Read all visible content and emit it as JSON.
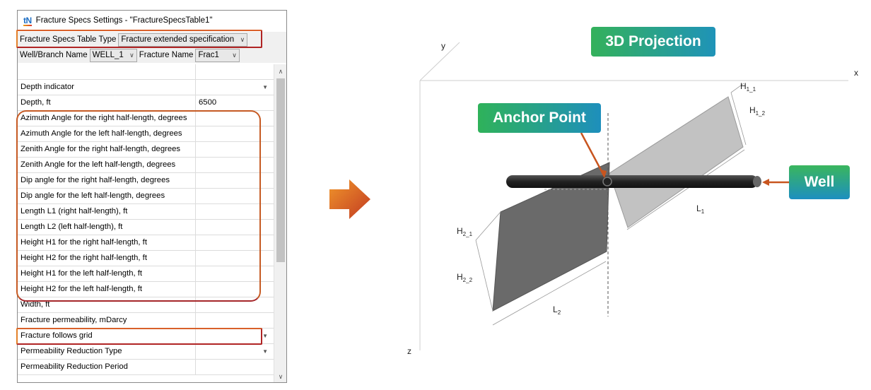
{
  "window": {
    "logo": "tN",
    "title": "Fracture Specs Settings - \"FractureSpecsTable1\""
  },
  "toolbar": {
    "table_type_label": "Fracture Specs Table Type",
    "table_type_value": "Fracture extended specification",
    "well_label": "Well/Branch Name",
    "well_value": "WELL_1",
    "fracture_label": "Fracture Name",
    "fracture_value": "Frac1"
  },
  "grid": {
    "rows": [
      {
        "name": "",
        "value": ""
      },
      {
        "name": "Depth indicator",
        "value": "",
        "dropdown": true
      },
      {
        "name": "Depth, ft",
        "value": "6500"
      },
      {
        "name": "Azimuth Angle for the right half-length, degrees",
        "value": ""
      },
      {
        "name": "Azimuth Angle for the left half-length, degrees",
        "value": ""
      },
      {
        "name": "Zenith Angle for the right half-length, degrees",
        "value": ""
      },
      {
        "name": "Zenith Angle for the left half-length, degrees",
        "value": ""
      },
      {
        "name": "Dip angle for the right half-length, degrees",
        "value": ""
      },
      {
        "name": "Dip angle for the left half-length, degrees",
        "value": ""
      },
      {
        "name": "Length L1 (right half-length), ft",
        "value": ""
      },
      {
        "name": "Length L2 (left half-length), ft",
        "value": ""
      },
      {
        "name": "Height H1 for the right half-length, ft",
        "value": ""
      },
      {
        "name": "Height H2 for the right half-length, ft",
        "value": ""
      },
      {
        "name": "Height H1 for the left half-length, ft",
        "value": ""
      },
      {
        "name": "Height H2 for the left half-length, ft",
        "value": ""
      },
      {
        "name": "Width, ft",
        "value": ""
      },
      {
        "name": "Fracture permeability, mDarcy",
        "value": ""
      },
      {
        "name": "Fracture follows grid",
        "value": "",
        "dropdown": true
      },
      {
        "name": "Permeability Reduction Type",
        "value": "",
        "dropdown": true
      },
      {
        "name": "Permeability Reduction Period",
        "value": ""
      }
    ]
  },
  "diagram": {
    "title": "3D Projection",
    "anchor_label": "Anchor Point",
    "well_label": "Well",
    "axis_x": "x",
    "axis_y": "y",
    "axis_z": "z",
    "labels": {
      "h11": "H",
      "h11_sub": "1_1",
      "h12": "H",
      "h12_sub": "1_2",
      "h21": "H",
      "h21_sub": "2_1",
      "h22": "H",
      "h22_sub": "2_2",
      "l1": "L",
      "l1_sub": "1",
      "l2": "L",
      "l2_sub": "2"
    },
    "colors": {
      "accent_orange": "#d9602a",
      "accent_red": "#b02424",
      "pill_green": "#34b15b",
      "pill_blue": "#1f93b8",
      "panel_light": "#c0c0c0",
      "panel_dark": "#666666",
      "well_pipe": "#2b2b2b"
    }
  }
}
